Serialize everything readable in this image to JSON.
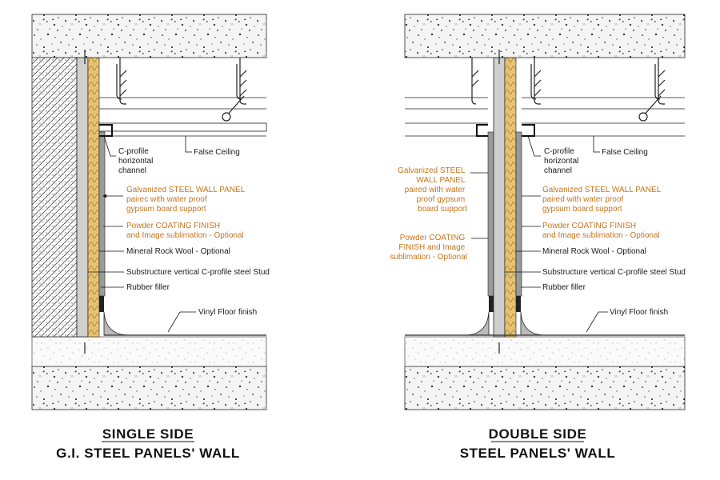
{
  "left": {
    "title_line1": "SINGLE SIDE",
    "title_line2": "G.I. STEEL PANELS' WALL",
    "labels": {
      "c_profile": [
        "C-profile",
        "horizontal",
        "channel"
      ],
      "false_ceiling": "False Ceiling",
      "panel": [
        "Galvanized STEEL WALL PANEL",
        "pairec with water proof",
        "gypsum board support"
      ],
      "coating": [
        "Powder COATING FINISH",
        "and Image sublimation - Optional"
      ],
      "wool": "Mineral Rock Wool - Optional",
      "stud": "Substructure vertical C-profile steel Stud",
      "filler": "Rubber filler",
      "floor": "Vinyl Floor finish"
    }
  },
  "right": {
    "title_line1": "DOUBLE SIDE",
    "title_line2": "STEEL PANELS' WALL",
    "labels": {
      "c_profile": [
        "C-profile",
        "horizontal",
        "channel"
      ],
      "false_ceiling": "False Ceiling",
      "panel_left": [
        "Galvanized STEEL",
        "WALL PANEL",
        "paired with water",
        "proof gypsum",
        "board support"
      ],
      "coating_left": [
        "Powder COATING",
        "FINISH and Image",
        "sublimation - Optional"
      ],
      "panel": [
        "Galvanized STEEL WALL PANEL",
        "paired with water proof",
        "gypsum board support"
      ],
      "coating": [
        "Powder COATING FINISH",
        "and Image sublimation - Optional"
      ],
      "wool": "Mineral Rock Wool - Optional",
      "stud": "Substructure vertical C-profile steel Stud",
      "filler": "Rubber filler",
      "floor": "Vinyl Floor finish"
    }
  },
  "colors": {
    "label_orange": "#c8741a",
    "insulation": "#e6c271",
    "steel": "#cfcfcf",
    "concrete": "#f2f2f2"
  }
}
